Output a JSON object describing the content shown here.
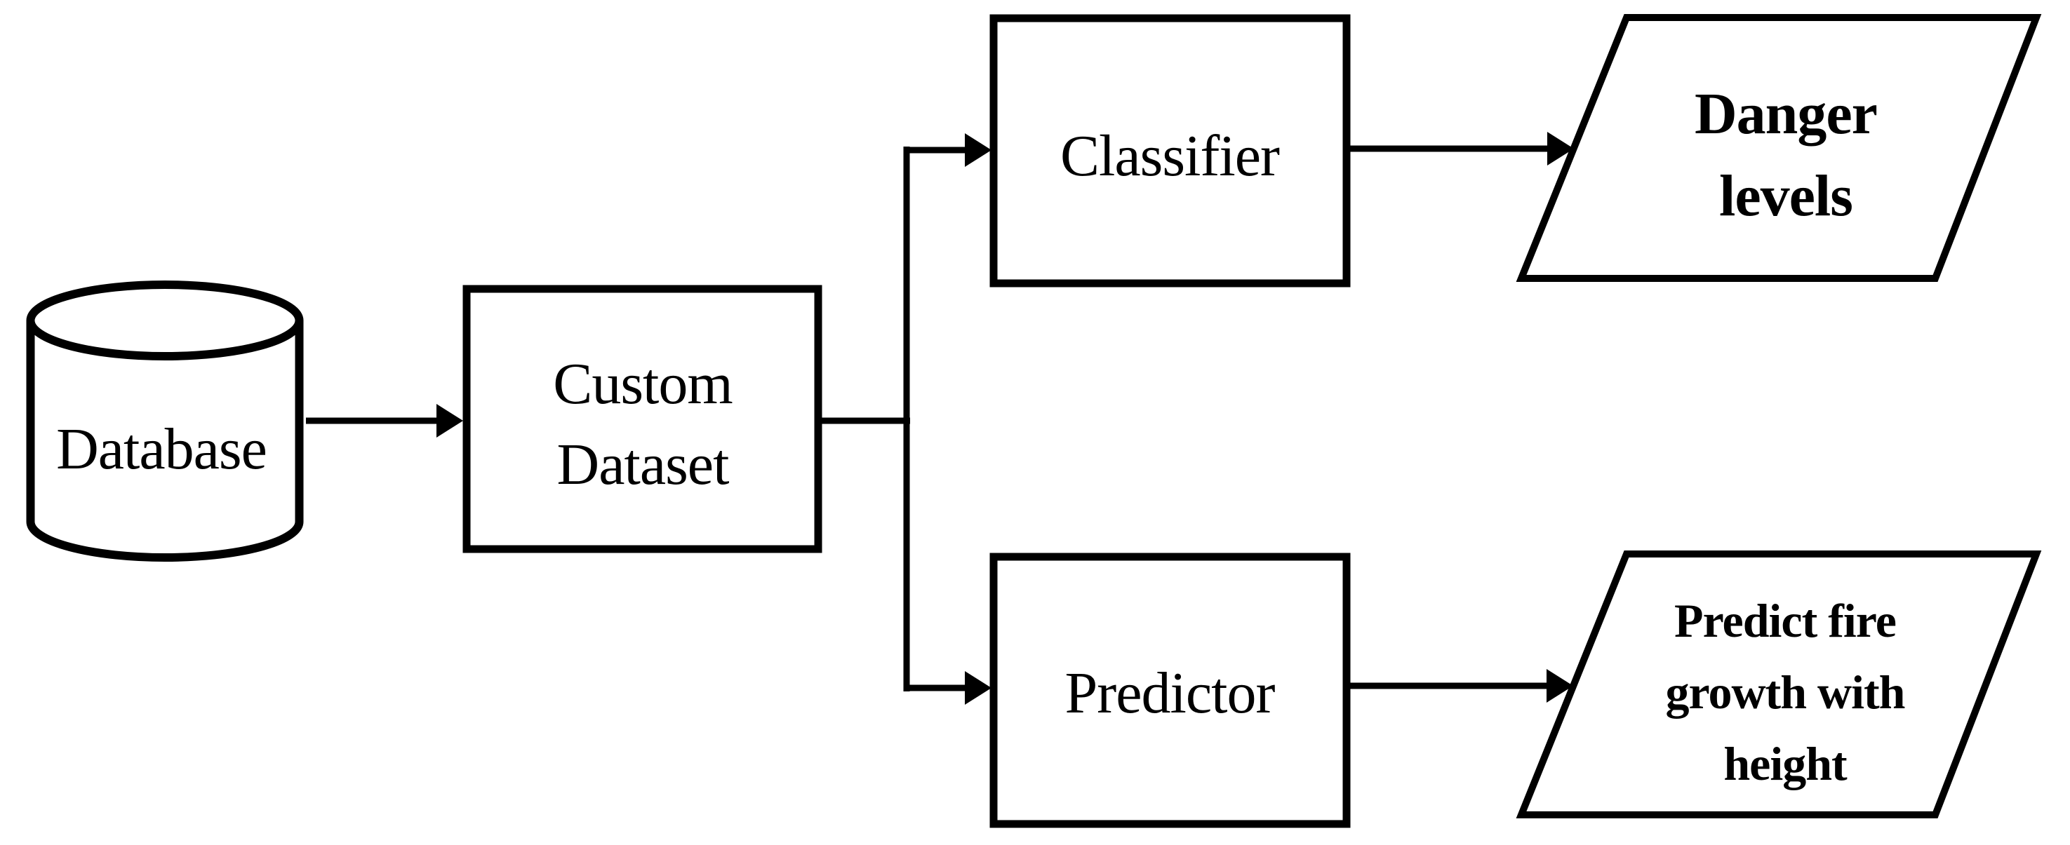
{
  "diagram": {
    "type": "flowchart",
    "colors": {
      "background": "#ffffff",
      "stroke": "#000000",
      "shape_fill": "#ffffff",
      "text": "#000000"
    },
    "nodes": {
      "database": {
        "shape": "cylinder",
        "label": "Database"
      },
      "custom_dataset": {
        "shape": "rectangle",
        "lines": [
          "Custom",
          "Dataset"
        ]
      },
      "classifier": {
        "shape": "rectangle",
        "label": "Classifier"
      },
      "predictor": {
        "shape": "rectangle",
        "label": "Predictor"
      },
      "danger_levels": {
        "shape": "parallelogram",
        "lines": [
          "Danger",
          "levels"
        ]
      },
      "predict_fire_growth": {
        "shape": "parallelogram",
        "lines": [
          "Predict fire",
          "growth with",
          "height"
        ]
      }
    },
    "edges": [
      {
        "from": "database",
        "to": "custom_dataset",
        "style": "arrow"
      },
      {
        "from": "custom_dataset",
        "to": "classifier",
        "style": "arrow-branch"
      },
      {
        "from": "custom_dataset",
        "to": "predictor",
        "style": "arrow-branch"
      },
      {
        "from": "classifier",
        "to": "danger_levels",
        "style": "arrow"
      },
      {
        "from": "predictor",
        "to": "predict_fire_growth",
        "style": "arrow"
      }
    ]
  }
}
